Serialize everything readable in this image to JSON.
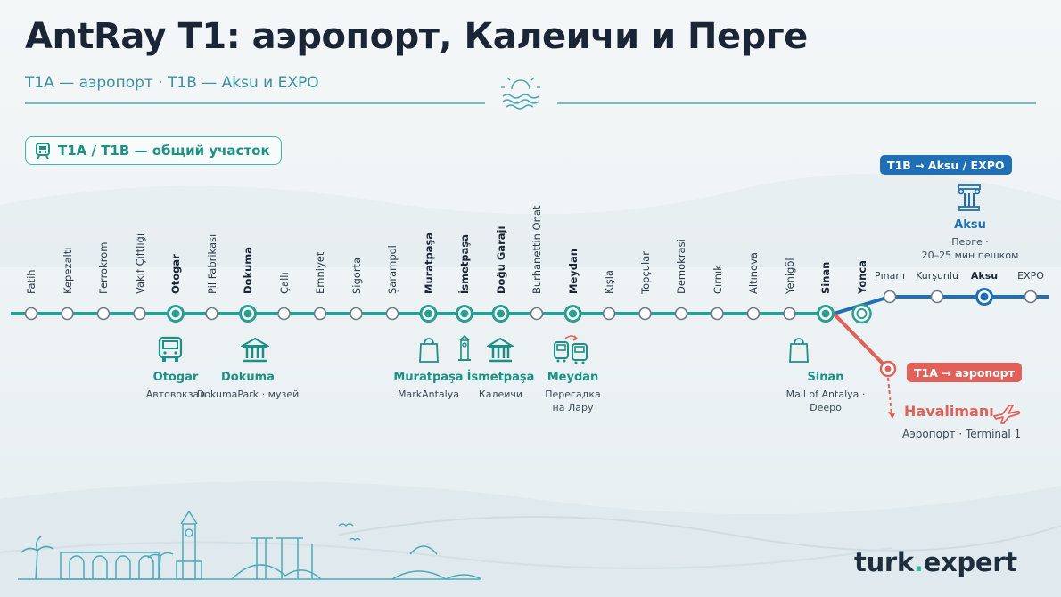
{
  "header": {
    "title": "AntRay T1: аэропорт, Калеичи и Перге",
    "subtitle": "T1A — аэропорт · T1B — Aksu и EXPO"
  },
  "shared_section": {
    "label": "T1A / T1B — общий участок",
    "icon": "tram-icon"
  },
  "colors": {
    "line": "#2b9e93",
    "t1b": "#1e6fb5",
    "t1a": "#e1615a",
    "accent": "#3bbaa8"
  },
  "stations": [
    {
      "name": "Fatih",
      "major": false
    },
    {
      "name": "Kepezaltı",
      "major": false
    },
    {
      "name": "Ferrokrom",
      "major": false
    },
    {
      "name": "Vakıf Çiftliği",
      "major": false
    },
    {
      "name": "Otogar",
      "major": true
    },
    {
      "name": "Pil Fabrikası",
      "major": false
    },
    {
      "name": "Dokuma",
      "major": true
    },
    {
      "name": "Çallı",
      "major": false
    },
    {
      "name": "Emniyet",
      "major": false
    },
    {
      "name": "Sigorta",
      "major": false
    },
    {
      "name": "Şarampol",
      "major": false
    },
    {
      "name": "Muratpaşa",
      "major": true
    },
    {
      "name": "İsmetpaşa",
      "major": true
    },
    {
      "name": "Doğu Garajı",
      "major": true
    },
    {
      "name": "Burhanettin Onat",
      "major": false
    },
    {
      "name": "Meydan",
      "major": true
    },
    {
      "name": "Kışla",
      "major": false
    },
    {
      "name": "Topçular",
      "major": false
    },
    {
      "name": "Demokrasi",
      "major": false
    },
    {
      "name": "Cırnık",
      "major": false
    },
    {
      "name": "Altınova",
      "major": false
    },
    {
      "name": "Yenigöl",
      "major": false
    },
    {
      "name": "Sinan",
      "major": true
    },
    {
      "name": "Yonca",
      "major": true
    }
  ],
  "branch_t1b": {
    "label": "T1B → Aksu / EXPO",
    "stations": [
      {
        "name": "Pınarlı",
        "major": false
      },
      {
        "name": "Kurşunlu",
        "major": false
      },
      {
        "name": "Aksu",
        "major": true
      },
      {
        "name": "EXPO",
        "major": false
      }
    ],
    "poi": {
      "name": "Aksu",
      "desc_1": "Перге ·",
      "desc_2": "20–25 мин пешком",
      "icon": "ionic-column-icon"
    }
  },
  "branch_t1a": {
    "label": "T1A → аэропорт",
    "terminal": {
      "name": "Havalimanı",
      "desc": "Аэропорт · Terminal 1",
      "icon": "airplane-icon"
    }
  },
  "highlights": [
    {
      "name": "Otogar",
      "desc": "Автовокзал",
      "icon": "bus-icon"
    },
    {
      "name": "Dokuma",
      "desc": "DokumaPark · музей",
      "icon": "museum-icon"
    },
    {
      "name": "Muratpaşa",
      "desc": "MarkAntalya",
      "icon": "shopping-bag-icon"
    },
    {
      "name": "İsmetpaşa",
      "desc": "Калеичи",
      "icon": "clock-tower-icon"
    },
    {
      "name": "Meydan",
      "desc": "Пересадка",
      "desc_2": "на Лару",
      "icon": "tram-bus-transfer-icon"
    },
    {
      "name": "Sinan",
      "desc": "Mall of Antalya ·",
      "desc_2": "Deepo",
      "icon": "shopping-bag-icon"
    }
  ],
  "brand": {
    "name": "turk",
    "dot": ".",
    "suffix": "expert"
  },
  "decor": {
    "header_icon": "sun-waves-icon",
    "footer": "antalya-skyline-illustration"
  }
}
